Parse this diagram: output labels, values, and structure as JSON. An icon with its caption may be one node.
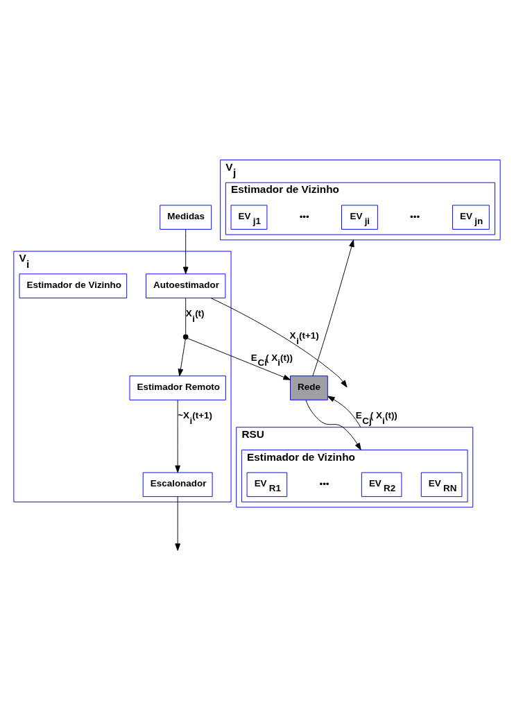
{
  "diagram": {
    "nodes": [
      {
        "text": [
          "Medidas"
        ]
      },
      {
        "text": [
          "V$_{i}$"
        ]
      },
      {
        "text": [
          "Autoestimador"
        ],
        "in": 1
      },
      {
        "text": [
          "Estimador Remoto"
        ],
        "in": 1
      },
      {
        "text": [
          "Estimador de Vizinho"
        ],
        "in": 1
      },
      {
        "text": [
          "Escalonador"
        ],
        "in": 1
      },
      {
        "text": [],
        "shape": "circle",
        "in": 1
      },
      {
        "text": [
          "V$_{j}$"
        ]
      },
      {
        "text": [
          "Estimador de Vizinho"
        ],
        "in": 7
      },
      {
        "text": [
          "EV $_{jn}$"
        ],
        "in": 8
      },
      {
        "text": [
          "EV $_{ji}$"
        ],
        "in": 8
      },
      {
        "text": [
          "EV $_{j1}$"
        ],
        "in": 8
      },
      {
        "text": [
          "Rede"
        ]
      },
      {
        "text": [
          "RSU"
        ]
      },
      {
        "text": [
          "Estimador de Vizinho"
        ],
        "in": 13
      },
      {
        "text": [
          "EV $_{R1}$"
        ],
        "in": 14
      },
      {
        "text": [
          "EV $_{R2}$"
        ],
        "in": 14
      },
      {
        "text": [
          "EV $_{RN}$"
        ],
        "in": 14
      }
    ],
    "edges": [
      {
        "from": 0,
        "to": 2,
        "arrow": "to"
      },
      {
        "from": 2,
        "to": null,
        "arrow": "to",
        "label": "X$_{i}$(t+1)"
      },
      {
        "from": 2,
        "to": 6,
        "arrow": "none",
        "label": "X$_{i}$(t)"
      },
      {
        "from": 6,
        "to": 3,
        "arrow": "to"
      },
      {
        "from": 3,
        "to": 5,
        "arrow": "to",
        "label": "~X$_{i}$(t+1)"
      },
      {
        "from": 5,
        "to": null,
        "arrow": "to"
      },
      {
        "from": 6,
        "to": 12,
        "arrow": "to",
        "label": "E$_{Ci}$( X$_{i}$(t))"
      },
      {
        "from": 12,
        "to": 7,
        "arrow": "to"
      },
      {
        "from": 12,
        "to": 14,
        "arrow": "to"
      },
      {
        "from": 13,
        "to": 12,
        "arrow": "to",
        "label": "E$_{Cj}$( X$_{i}$(t))"
      }
    ],
    "labels": [
      "•••",
      "•••",
      "•••"
    ]
  }
}
